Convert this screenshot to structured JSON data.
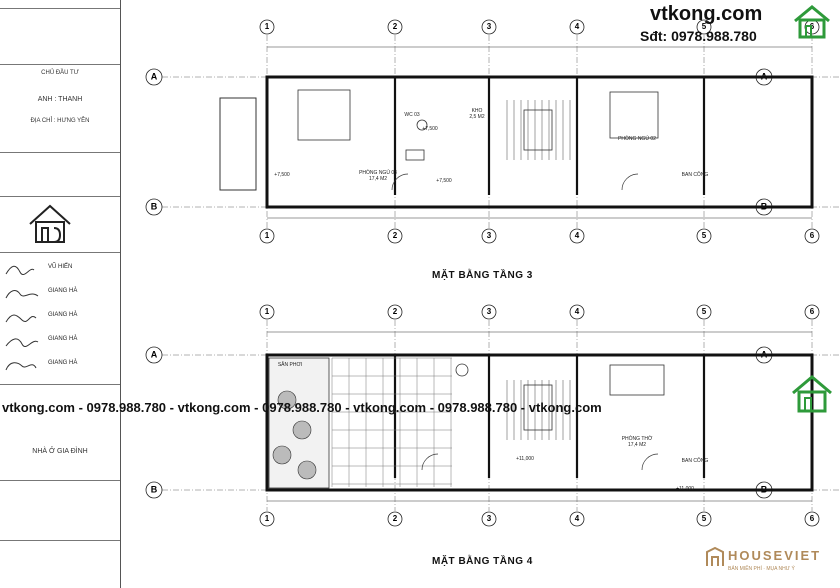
{
  "brand": {
    "site": "vtkong.com",
    "phone": "Sđt: 0978.988.780",
    "watermark_repeat": "vtkong.com - 0978.988.780 - vtkong.com - 0978.988.780 - vtkong.com - 0978.988.780 - vtkong.com",
    "houseviet": "HOUSEVIET",
    "houseviet_sub": "BẢN MIỄN PHÍ · MỤA NHƯ Ý",
    "green": "#2e9a3a"
  },
  "title_block": {
    "owner_label": "CHỦ ĐẦU TƯ",
    "owner_name": "ANH : THANH",
    "address_label": "ĐỊA CHỈ : HƯNG YÊN",
    "project_type": "NHÀ Ở GIA ĐÌNH",
    "signers": [
      "VŨ HIẾN",
      "GIANG HÀ",
      "GIANG HÀ",
      "GIANG HÀ",
      "GIANG HÀ"
    ]
  },
  "plans": [
    {
      "title": "MẶT BẰNG TẦNG 3",
      "rooms": [
        {
          "name": "PHÒNG NGỦ 03",
          "area": "17,4 M2"
        },
        {
          "name": "WC 03",
          "area": ""
        },
        {
          "name": "KHO",
          "area": "2,5 M2"
        },
        {
          "name": "PHÒNG NGỦ 02",
          "area": ""
        },
        {
          "name": "BAN CÔNG",
          "area": ""
        }
      ],
      "levels": [
        "+7,500",
        "+7,500",
        "+7,500"
      ]
    },
    {
      "title": "MẶT BẰNG TẦNG 4",
      "rooms": [
        {
          "name": "SÂN PHƠI",
          "area": ""
        },
        {
          "name": "PHÒNG THỜ",
          "area": "17,4 M2"
        },
        {
          "name": "BAN CÔNG",
          "area": ""
        }
      ],
      "levels": [
        "+11,000",
        "+11,000"
      ]
    }
  ],
  "grid": {
    "cols": [
      "1",
      "2",
      "3",
      "4",
      "5",
      "6"
    ],
    "rows": [
      "A",
      "B"
    ]
  }
}
